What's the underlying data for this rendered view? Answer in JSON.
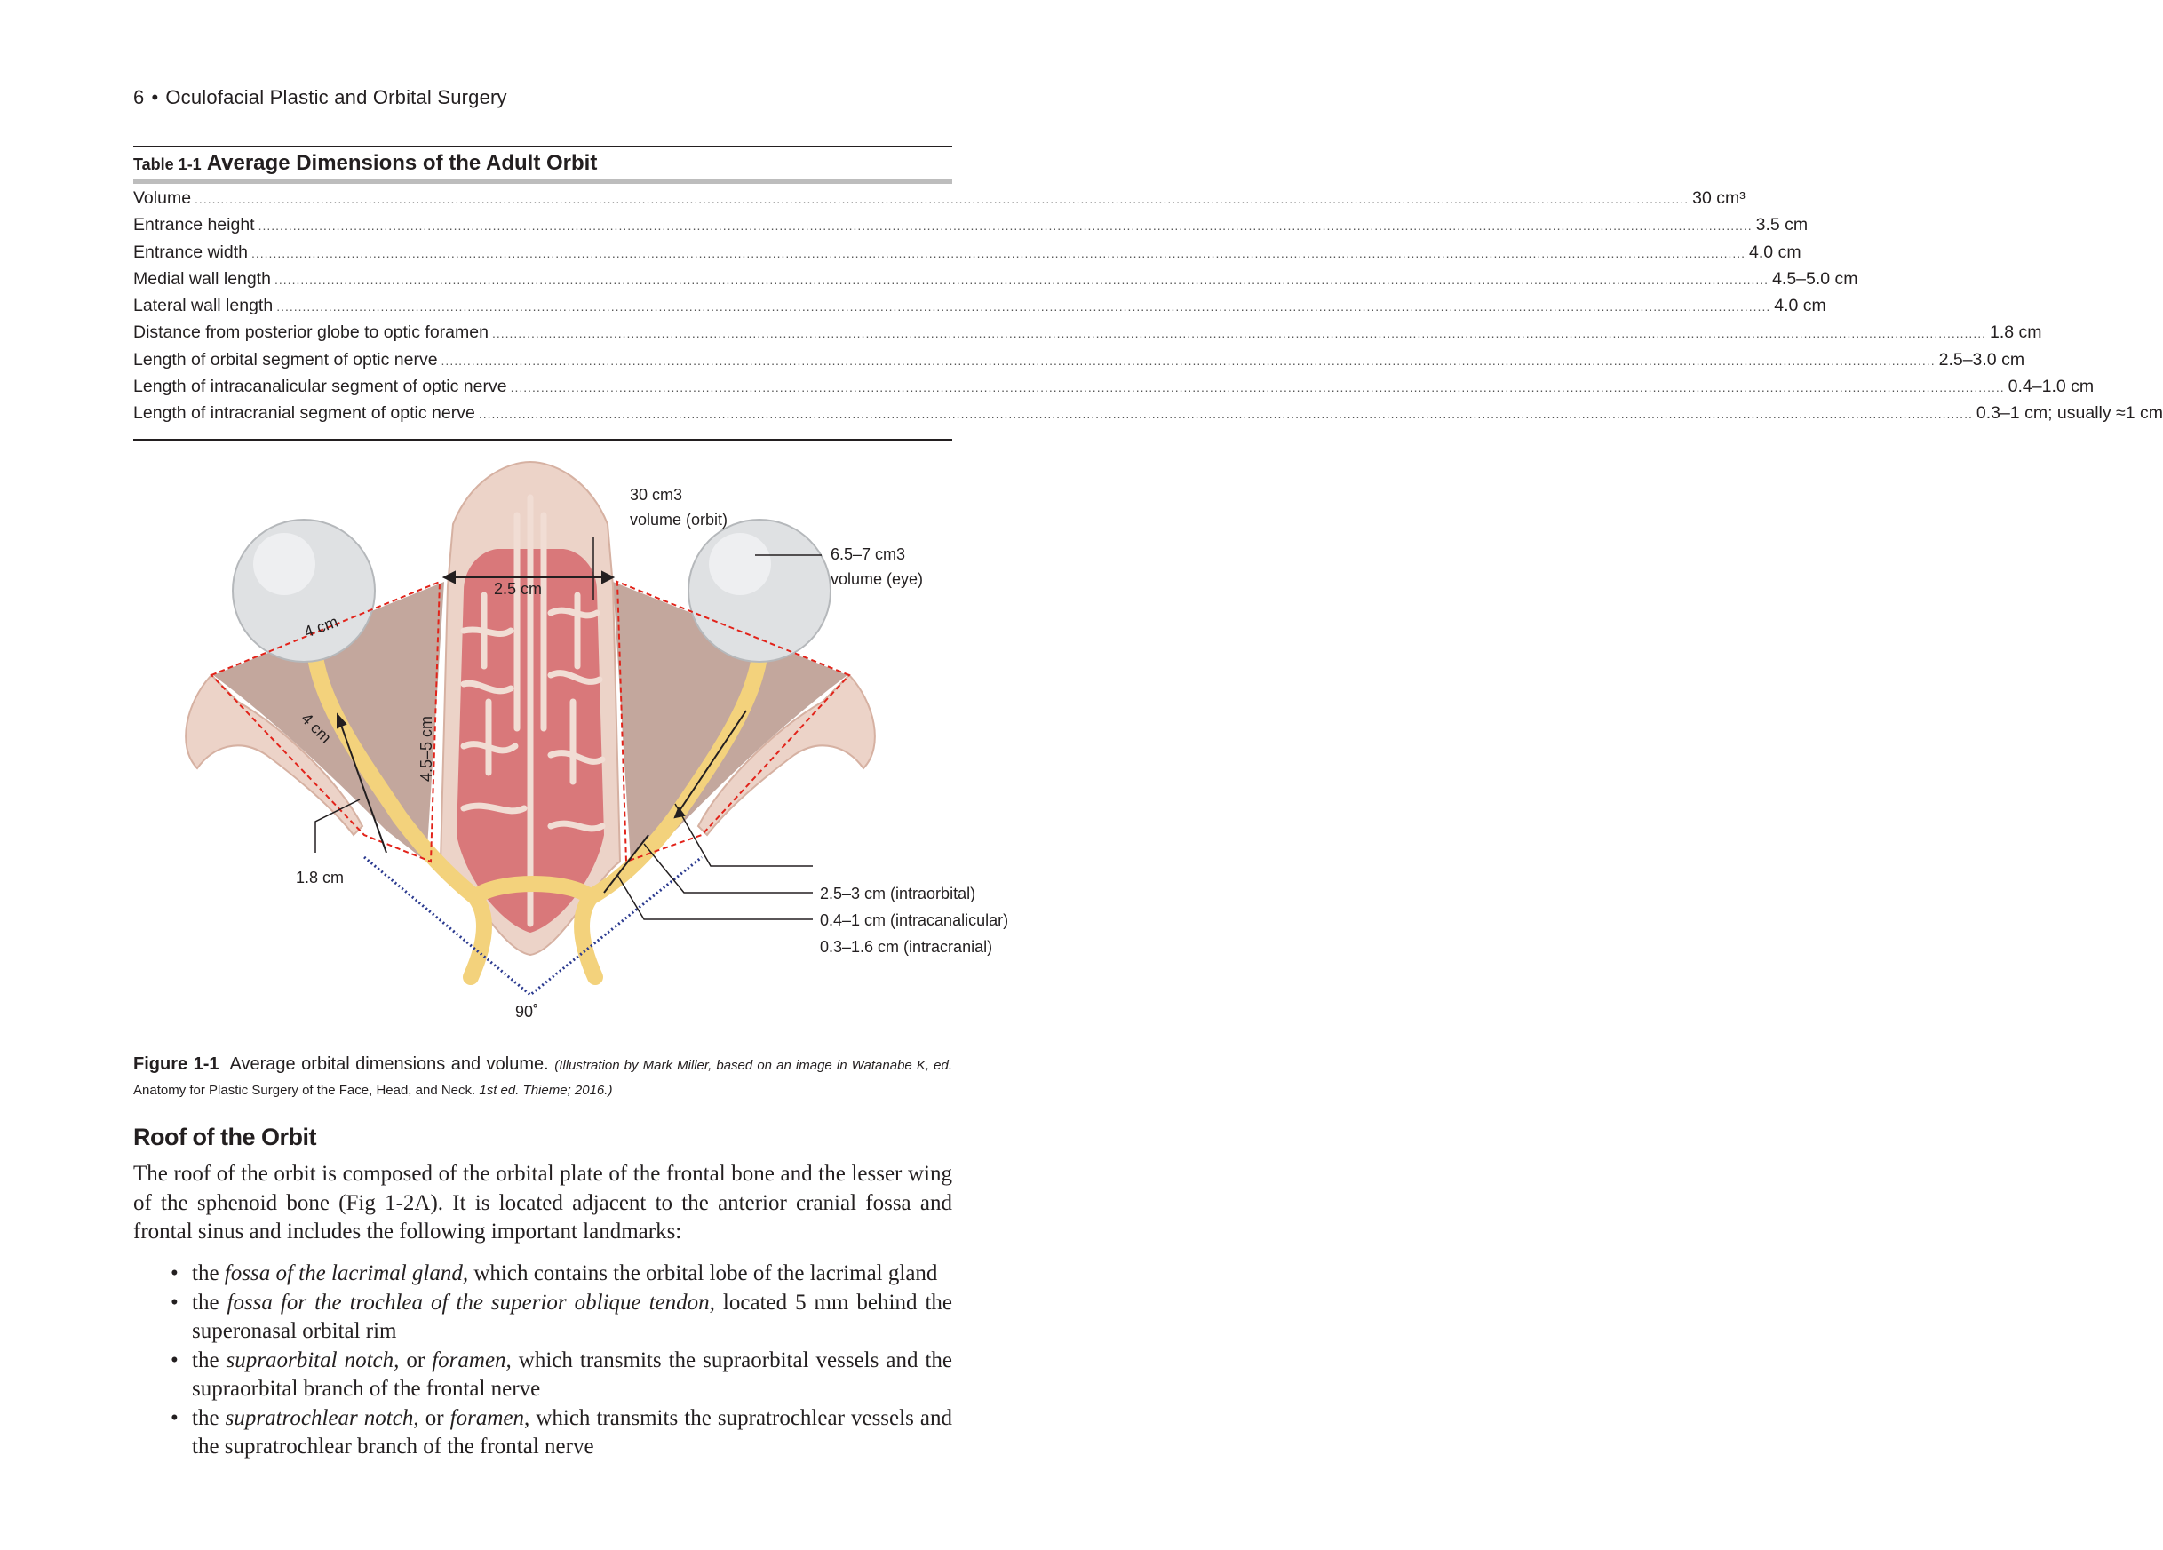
{
  "running_head": {
    "page_number": "6",
    "bullet": "•",
    "book_title": "Oculofacial Plastic and Orbital Surgery"
  },
  "table": {
    "number": "Table 1-1",
    "title": "Average Dimensions of the Adult Orbit",
    "rows": [
      {
        "label": "Volume",
        "value": "30 cm³"
      },
      {
        "label": "Entrance height",
        "value": "3.5 cm"
      },
      {
        "label": "Entrance width",
        "value": "4.0 cm"
      },
      {
        "label": "Medial wall length",
        "value": "4.5–5.0 cm"
      },
      {
        "label": "Lateral wall length",
        "value": "4.0 cm"
      },
      {
        "label": "Distance from posterior globe to optic foramen",
        "value": "1.8 cm"
      },
      {
        "label": "Length of orbital segment of optic nerve",
        "value": "2.5–3.0 cm"
      },
      {
        "label": "Length of intracanalicular segment of optic nerve",
        "value": "0.4–1.0 cm"
      },
      {
        "label": "Length of intracranial segment of optic nerve",
        "value": "0.3–1 cm; usually ≈1 cm"
      }
    ]
  },
  "figure": {
    "labels": {
      "orbit_volume_value": "30 cm3",
      "orbit_volume_desc": "volume (orbit)",
      "entrance_width": "2.5 cm",
      "eye_volume_value": "6.5–7 cm3",
      "eye_volume_desc": "volume (eye)",
      "globe_diameter": "4 cm",
      "lateral_wall": "4 cm",
      "medial_wall": "4.5–5 cm",
      "globe_to_foramen": "1.8 cm",
      "intraorbital": "2.5–3 cm (intraorbital)",
      "intracanalicular": "0.4–1 cm (intracanalicular)",
      "intracranial": "0.3–1.6 cm (intracranial)",
      "angle": "90˚"
    },
    "colors": {
      "bone": "#ecd3c8",
      "bone_edge": "#d6b1a2",
      "sinus": "#d9787a",
      "orbit_fat": "#b8988c",
      "nerve": "#f3d27c",
      "globe": "#dfe1e3",
      "red_dash": "#e2231a",
      "blue_dot": "#2b3a8f"
    }
  },
  "caption": {
    "number": "Figure 1-1",
    "text": "Average orbital dimensions and volume.",
    "credit_a": "(Illustration by Mark Miller, based on an image in Watanabe K, ed.",
    "credit_b": "Anatomy for Plastic Surgery of the Face, Head, and Neck.",
    "credit_c": "1st ed. Thieme; 2016.)"
  },
  "section": {
    "heading": "Roof of the Orbit",
    "paragraph": "The roof of the orbit is composed of the orbital plate of the frontal bone and the lesser wing of the sphenoid bone (Fig 1-2A). It is located adjacent to the anterior cranial fossa and frontal sinus and includes the following important landmarks:",
    "bullets": [
      {
        "pre": "the ",
        "em": "fossa of the lacrimal gland,",
        "post": " which contains the orbital lobe of the lacrimal gland"
      },
      {
        "pre": "the ",
        "em": "fossa for the trochlea of the superior oblique tendon,",
        "post": " located 5 mm behind the superonasal orbital rim"
      },
      {
        "pre": "the ",
        "em": "supraorbital notch,",
        "mid": " or ",
        "em2": "foramen,",
        "post": " which transmits the supraorbital vessels and the supraorbital branch of the frontal nerve"
      },
      {
        "pre": "the ",
        "em": "supratrochlear notch",
        "mid": ", or ",
        "em2": "foramen",
        "post": ", which transmits the supratrochlear vessels and the supratrochlear branch of the frontal nerve"
      }
    ]
  }
}
